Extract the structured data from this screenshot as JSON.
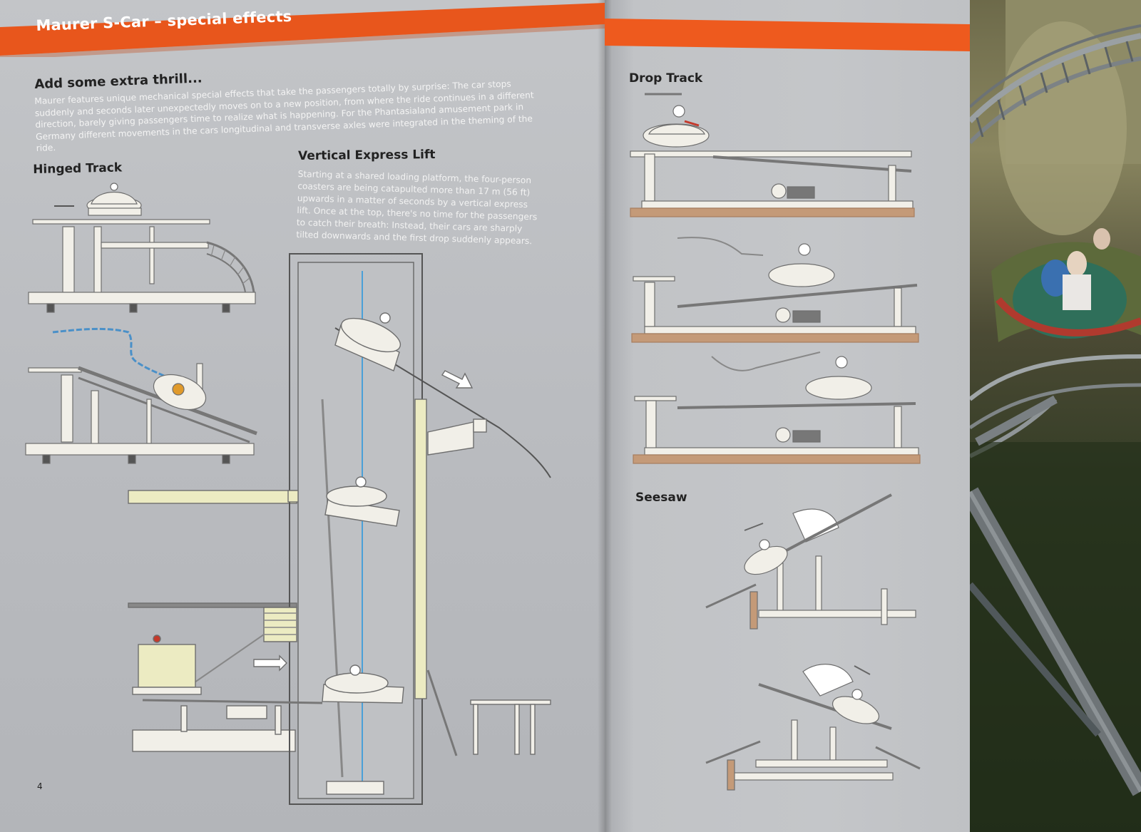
{
  "header": {
    "title": "Maurer S-Car – special effects"
  },
  "intro": {
    "heading": "Add some extra thrill...",
    "body": "Maurer features unique mechanical special effects that take the passengers totally by surprise: The car stops suddenly and seconds later unexpectedly moves on to a new position, from where the ride continues in a different direction, barely giving passengers time to realize what is happening. For the Phantasialand amusement park in Germany different movements in the cars longitudinal and transverse axles were integrated in the theming of the ride."
  },
  "sections": {
    "hinged_track": {
      "heading": "Hinged Track"
    },
    "vertical_lift": {
      "heading": "Vertical Express Lift",
      "body": "Starting at a shared loading platform, the four-person coasters are being catapulted more than 17 m (56 ft) upwards in a matter of seconds by a vertical express lift. Once at the top, there's no time for the passengers to catch their breath: Instead, their cars are sharply tilted downwards and the first drop suddenly appears."
    },
    "drop_track": {
      "heading": "Drop Track"
    },
    "seesaw": {
      "heading": "Seesaw"
    }
  },
  "footer": {
    "page_number": "4"
  },
  "colors": {
    "accent": "#e8561c",
    "page": "#c0c2c5",
    "diagram_fill": "#f1efe8",
    "base_brown": "#c49a78"
  }
}
